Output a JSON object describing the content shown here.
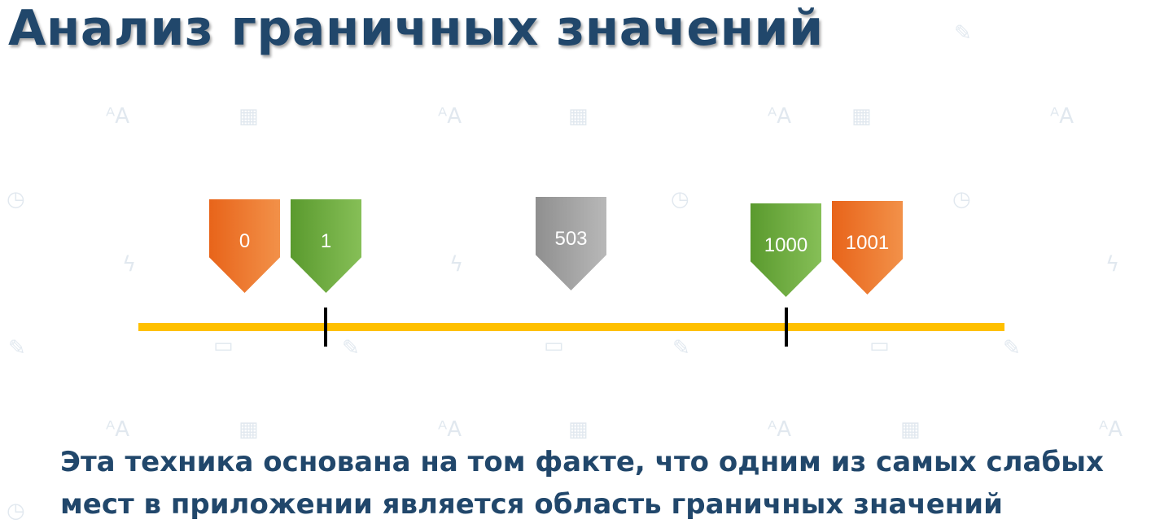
{
  "title": "Анализ граничных значений",
  "markers": [
    {
      "label": "0",
      "color": "orange"
    },
    {
      "label": "1",
      "color": "green"
    },
    {
      "label": "503",
      "color": "gray"
    },
    {
      "label": "1000",
      "color": "green"
    },
    {
      "label": "1001",
      "color": "orange"
    }
  ],
  "caption": {
    "line1": "Эта техника основана на том факте, что одним из самых слабых",
    "line2": "мест в приложении является область граничных значений"
  },
  "colors": {
    "title": "#21476b",
    "axis": "#ffc000",
    "orange": "#e8641a",
    "green": "#5a9a2e",
    "gray": "#8f8f8f"
  },
  "background_icons": [
    "font-size-icon",
    "calculator-icon",
    "clock-icon",
    "lightning-icon",
    "pencil-icon",
    "monitor-icon"
  ]
}
